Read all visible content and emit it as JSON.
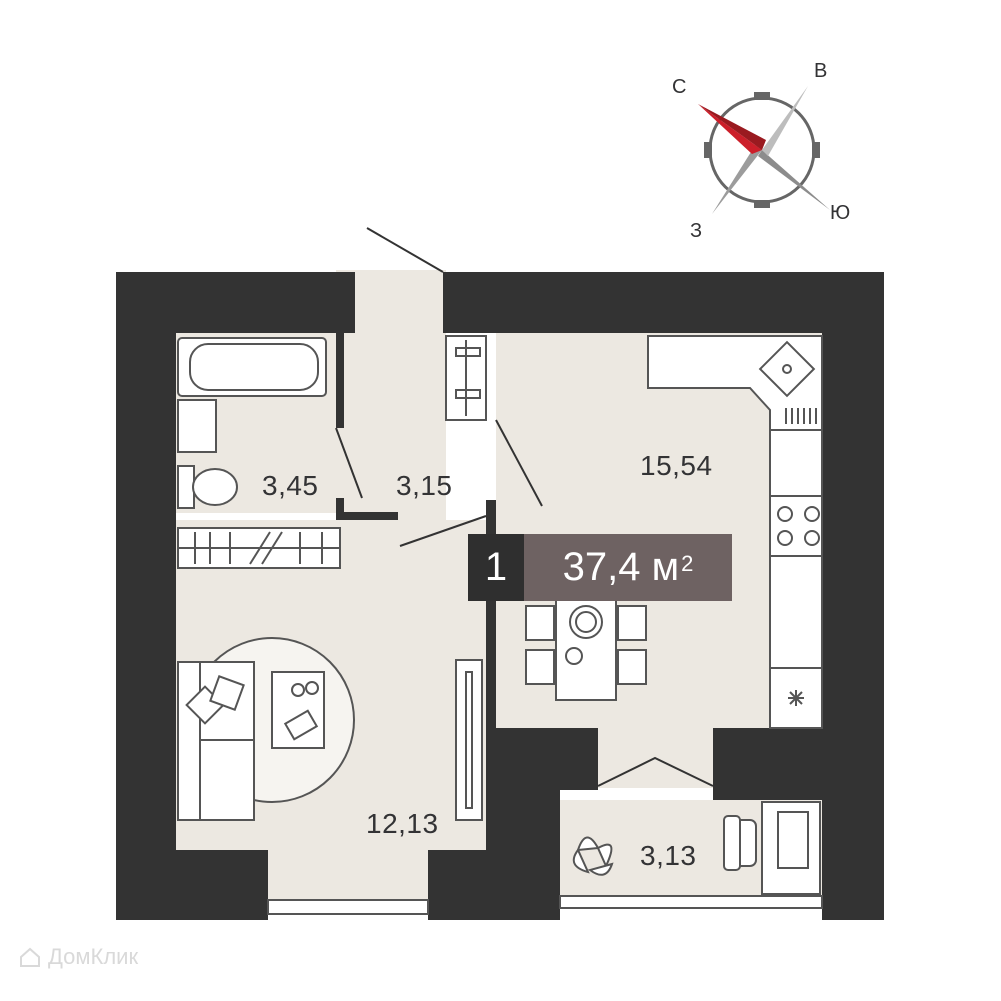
{
  "plan": {
    "rooms_count": "1",
    "total_area": "37,4 м",
    "total_area_sup": "2",
    "rooms": [
      {
        "name": "bathroom",
        "area": "3,45"
      },
      {
        "name": "hallway",
        "area": "3,15"
      },
      {
        "name": "kitchen",
        "area": "15,54"
      },
      {
        "name": "living-room",
        "area": "12,13"
      },
      {
        "name": "balcony",
        "area": "3,13"
      }
    ]
  },
  "compass": {
    "north": "С",
    "east": "В",
    "south": "Ю",
    "west": "З"
  },
  "watermark": {
    "text": "ДомКлик"
  },
  "colors": {
    "wall": "#333333",
    "floor": "#ece8e1",
    "accent": "#cc1f2a",
    "badge_dark": "#2f2f2f",
    "badge_area": "#6e6262"
  }
}
